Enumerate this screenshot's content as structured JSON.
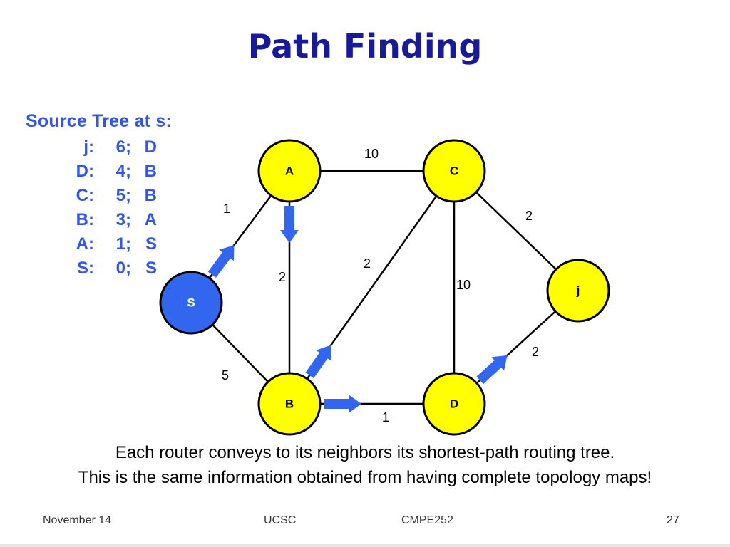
{
  "slide": {
    "title": "Path Finding",
    "source_tree": {
      "heading": "Source Tree at s:",
      "rows": [
        {
          "node": "j:",
          "dist": "6;",
          "prev": "D"
        },
        {
          "node": "D:",
          "dist": "4;",
          "prev": "B"
        },
        {
          "node": "C:",
          "dist": "5;",
          "prev": "B"
        },
        {
          "node": "B:",
          "dist": "3;",
          "prev": "A"
        },
        {
          "node": "A:",
          "dist": "1;",
          "prev": "S"
        },
        {
          "node": "S:",
          "dist": "0;",
          "prev": "S"
        }
      ]
    },
    "graph": {
      "nodes": [
        {
          "id": "S",
          "label": "S",
          "fill": "#3366ee",
          "text_color": "#ffffff"
        },
        {
          "id": "A",
          "label": "A",
          "fill": "#ffff00",
          "text_color": "#000000"
        },
        {
          "id": "B",
          "label": "B",
          "fill": "#ffff00",
          "text_color": "#000000"
        },
        {
          "id": "C",
          "label": "C",
          "fill": "#ffff00",
          "text_color": "#000000"
        },
        {
          "id": "D",
          "label": "D",
          "fill": "#ffff00",
          "text_color": "#000000"
        },
        {
          "id": "j",
          "label": "j",
          "fill": "#ffff00",
          "text_color": "#000000"
        }
      ],
      "edges": [
        {
          "from": "S",
          "to": "A",
          "weight": "1"
        },
        {
          "from": "S",
          "to": "B",
          "weight": "5"
        },
        {
          "from": "A",
          "to": "B",
          "weight": "2"
        },
        {
          "from": "A",
          "to": "C",
          "weight": "10"
        },
        {
          "from": "B",
          "to": "C",
          "weight": "2"
        },
        {
          "from": "B",
          "to": "D",
          "weight": "1"
        },
        {
          "from": "C",
          "to": "D",
          "weight": "10"
        },
        {
          "from": "C",
          "to": "j",
          "weight": "2"
        },
        {
          "from": "D",
          "to": "j",
          "weight": "2"
        }
      ],
      "tree_arrows": [
        {
          "from": "S",
          "to": "A"
        },
        {
          "from": "A",
          "to": "B"
        },
        {
          "from": "B",
          "to": "C"
        },
        {
          "from": "B",
          "to": "D"
        },
        {
          "from": "D",
          "to": "j"
        }
      ],
      "colors": {
        "arrow": "#3366ee",
        "edge": "#000000"
      }
    },
    "caption": {
      "line1": "Each router conveys to its neighbors its shortest-path routing tree.",
      "line2": "This is the same information obtained from having complete topology maps!"
    },
    "footer": {
      "date": "November 14",
      "org": "UCSC",
      "course": "CMPE252",
      "page": "27"
    }
  }
}
